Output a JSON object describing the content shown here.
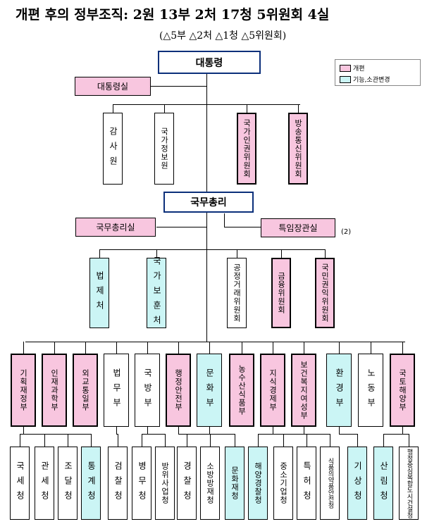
{
  "title": "개편 후의 정부조직: 2원 13부 2처 17청 5위원회 4실",
  "subtitle": "(△5부 △2처 △1청 △5위원회)",
  "legend": [
    {
      "label": "개편",
      "color": "#f8c6df"
    },
    {
      "label": "기능,소관변경",
      "color": "#cbf5f5"
    }
  ],
  "president": "대통령",
  "president_office": "대통령실",
  "presidential_agencies": [
    {
      "name": "감사원",
      "style": "white"
    },
    {
      "name": "국가정보원",
      "style": "white"
    },
    {
      "name": "국가인권위원회",
      "style": "pink"
    },
    {
      "name": "방송통신위원회",
      "style": "pink"
    }
  ],
  "prime_minister": "국무총리",
  "pm_office": "국무총리실",
  "special_office": "특임장관실",
  "special_office_note": "(2)",
  "pm_agencies": [
    {
      "name": "법제처",
      "style": "cyan"
    },
    {
      "name": "국가보훈처",
      "style": "cyan"
    },
    {
      "name": "공정거래위원회",
      "style": "white"
    },
    {
      "name": "금융위원회",
      "style": "pink"
    },
    {
      "name": "국민권익위원회",
      "style": "pink"
    }
  ],
  "ministries": [
    {
      "name": "기획재정부",
      "style": "pink"
    },
    {
      "name": "인재과학부",
      "style": "pink"
    },
    {
      "name": "외교통일부",
      "style": "pink"
    },
    {
      "name": "법무부",
      "style": "white"
    },
    {
      "name": "국방부",
      "style": "white"
    },
    {
      "name": "행정안전부",
      "style": "pink"
    },
    {
      "name": "문화부",
      "style": "cyan"
    },
    {
      "name": "농수산식품부",
      "style": "pink"
    },
    {
      "name": "지식경제부",
      "style": "pink"
    },
    {
      "name": "보건복지여성부",
      "style": "pink"
    },
    {
      "name": "환경부",
      "style": "cyan"
    },
    {
      "name": "노동부",
      "style": "white"
    },
    {
      "name": "국토해양부",
      "style": "pink"
    }
  ],
  "agencies": [
    {
      "name": "국세청",
      "style": "white"
    },
    {
      "name": "관세청",
      "style": "white"
    },
    {
      "name": "조달청",
      "style": "white"
    },
    {
      "name": "통계청",
      "style": "cyan"
    },
    {
      "name": "검찰청",
      "style": "white"
    },
    {
      "name": "병무청",
      "style": "white"
    },
    {
      "name": "방위사업청",
      "style": "white"
    },
    {
      "name": "경찰청",
      "style": "white"
    },
    {
      "name": "소방방재청",
      "style": "white"
    },
    {
      "name": "문화재청",
      "style": "cyan"
    },
    {
      "name": "해양경찰청",
      "style": "cyan"
    },
    {
      "name": "중소기업청",
      "style": "white"
    },
    {
      "name": "특허청",
      "style": "white"
    },
    {
      "name": "식품의약품안전청",
      "style": "white"
    },
    {
      "name": "기상청",
      "style": "cyan"
    },
    {
      "name": "산림청",
      "style": "cyan"
    },
    {
      "name": "행정중심복합도시건설청",
      "style": "white"
    }
  ]
}
